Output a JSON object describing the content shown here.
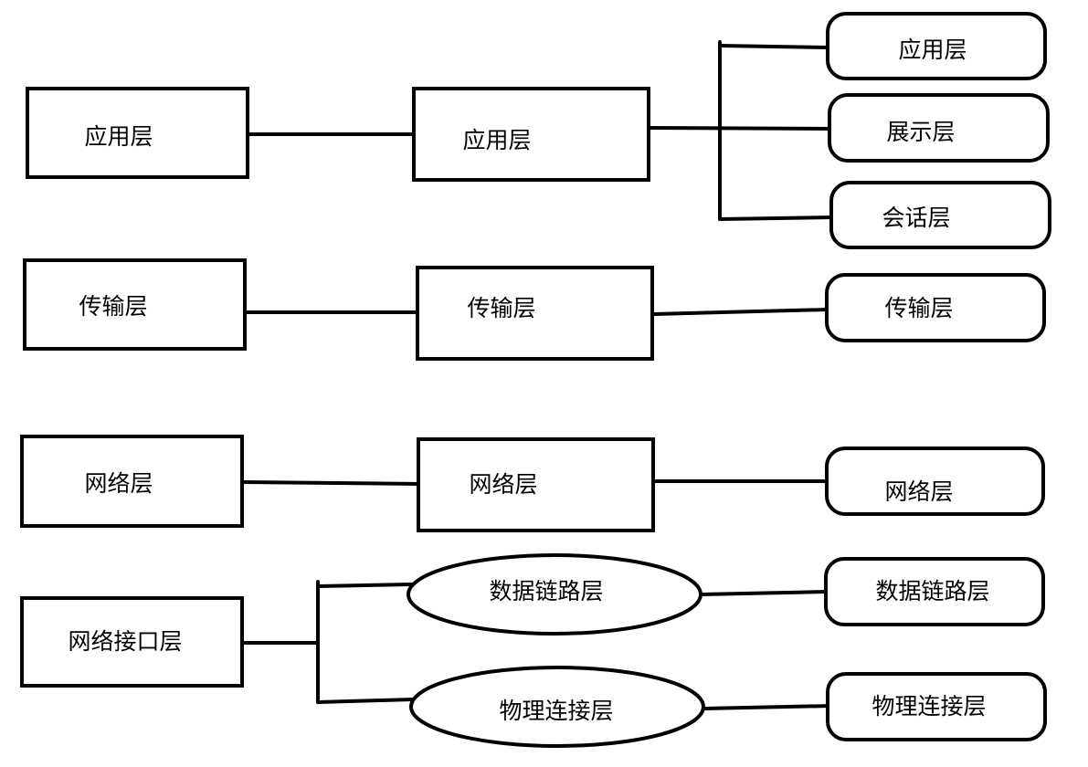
{
  "col1": {
    "application": "应用层",
    "transport": "传输层",
    "network": "网络层",
    "network_interface": "网络接口层"
  },
  "col2": {
    "application": "应用层",
    "transport": "传输层",
    "network": "网络层",
    "data_link": "数据链路层",
    "physical": "物理连接层"
  },
  "col3": {
    "application": "应用层",
    "presentation": "展示层",
    "session": "会话层",
    "transport": "传输层",
    "network": "网络层",
    "data_link": "数据链路层",
    "physical": "物理连接层"
  }
}
